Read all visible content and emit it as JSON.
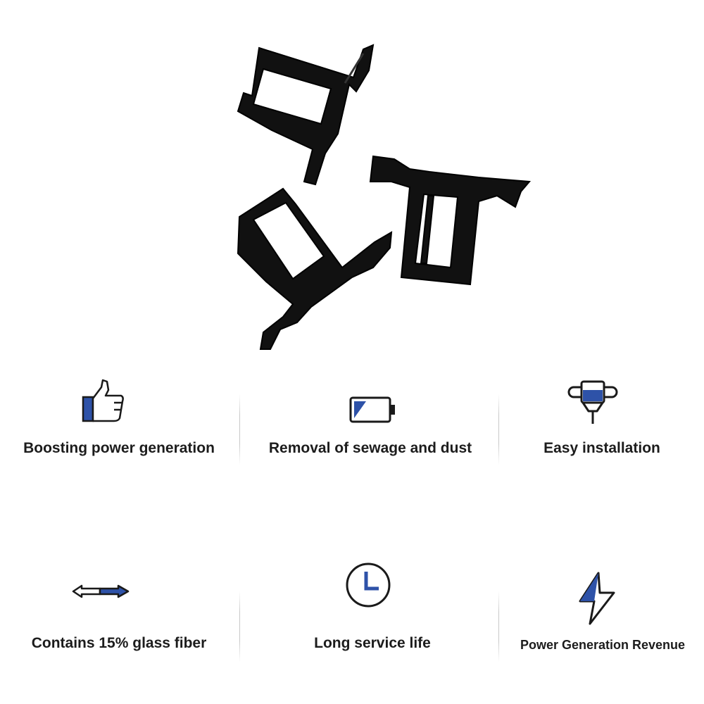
{
  "product": {
    "name_icon": "solar-panel-cleaning-clip-image"
  },
  "features": [
    {
      "label": "Boosting power generation",
      "icon": "thumbs-up-icon"
    },
    {
      "label": "Removal of sewage and dust",
      "icon": "battery-icon"
    },
    {
      "label": "Easy installation",
      "icon": "drill-icon"
    },
    {
      "label": "Contains 15% glass fiber",
      "icon": "double-arrow-icon"
    },
    {
      "label": "Long service life",
      "icon": "clock-icon"
    },
    {
      "label": "Power Generation Revenue",
      "icon": "lightning-icon"
    }
  ],
  "colors": {
    "accent": "#2e52a8",
    "outline": "#1a1a1a",
    "product": "#0d0d0d"
  }
}
